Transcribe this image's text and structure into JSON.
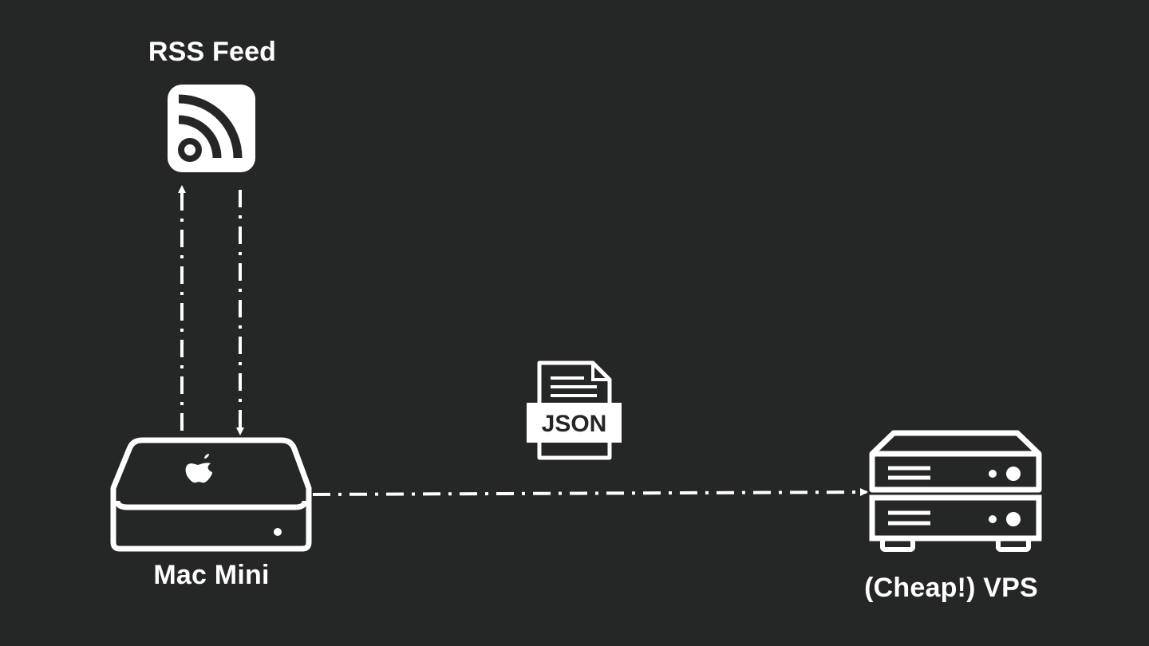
{
  "colors": {
    "background": "#252626",
    "foreground": "#ffffff"
  },
  "nodes": {
    "rss": {
      "label": "RSS Feed",
      "icon": "rss-feed-icon"
    },
    "mac": {
      "label": "Mac Mini",
      "icon": "mac-mini-icon"
    },
    "vps": {
      "label": "(Cheap!) VPS",
      "icon": "server-rack-icon"
    }
  },
  "payload": {
    "label": "JSON",
    "icon": "json-file-icon"
  },
  "edges": [
    {
      "from": "mac",
      "to": "rss",
      "style": "dash-dot"
    },
    {
      "from": "rss",
      "to": "mac",
      "style": "dash-dot"
    },
    {
      "from": "mac",
      "to": "vps",
      "style": "dash-dot"
    }
  ]
}
